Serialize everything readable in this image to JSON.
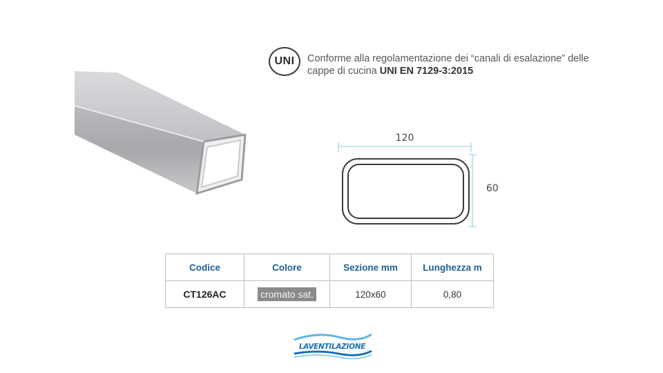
{
  "certification": {
    "badge": "UNI",
    "text_plain": "Conforme alla regolamentazione dei “canali di esalazione” delle cappe di cucina ",
    "text_bold": "UNI EN 7129-3:2015"
  },
  "diagram": {
    "width_label": "120",
    "height_label": "60"
  },
  "table": {
    "headers": [
      "Codice",
      "Colore",
      "Sezione mm",
      "Lunghezza m"
    ],
    "row": {
      "codice": "CT126AC",
      "colore": "cromato sat.",
      "sezione": "120x60",
      "lunghezza": "0,80"
    }
  },
  "brand": {
    "name": "LAVENTILAZIONE",
    "accent_color": "#1b6fb3"
  }
}
